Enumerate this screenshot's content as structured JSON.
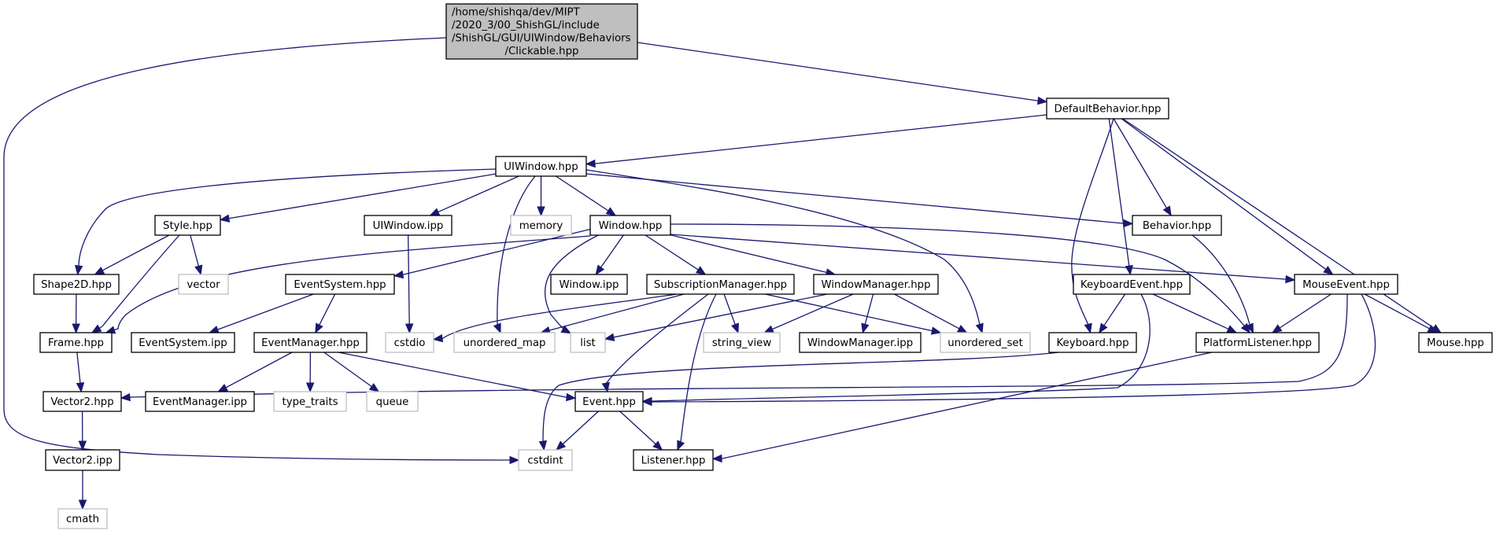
{
  "diagram": {
    "title": "Include dependency graph for Clickable.hpp",
    "edge_color": "#191970",
    "root_fill": "#bfbfbf",
    "local_border": "#000000",
    "system_border": "#bfbfbf",
    "nodes": [
      {
        "id": "clickable",
        "kind": "root",
        "label_lines": [
          "/home/shishqa/dev/MIPT",
          "/2020_3/00_ShishGL/include",
          "/ShishGL/GUI/UIWindow/Behaviors",
          "/Clickable.hpp"
        ]
      },
      {
        "id": "defaultbehavior",
        "kind": "local",
        "label_lines": [
          "DefaultBehavior.hpp"
        ]
      },
      {
        "id": "uiwindow_hpp",
        "kind": "local",
        "label_lines": [
          "UIWindow.hpp"
        ]
      },
      {
        "id": "style",
        "kind": "local",
        "label_lines": [
          "Style.hpp"
        ]
      },
      {
        "id": "uiwindow_ipp",
        "kind": "local",
        "label_lines": [
          "UIWindow.ipp"
        ]
      },
      {
        "id": "memory",
        "kind": "system",
        "label_lines": [
          "memory"
        ]
      },
      {
        "id": "window_hpp",
        "kind": "local",
        "label_lines": [
          "Window.hpp"
        ]
      },
      {
        "id": "behavior",
        "kind": "local",
        "label_lines": [
          "Behavior.hpp"
        ]
      },
      {
        "id": "shape2d",
        "kind": "local",
        "label_lines": [
          "Shape2D.hpp"
        ]
      },
      {
        "id": "vector",
        "kind": "system",
        "label_lines": [
          "vector"
        ]
      },
      {
        "id": "eventsystem_hpp",
        "kind": "local",
        "label_lines": [
          "EventSystem.hpp"
        ]
      },
      {
        "id": "window_ipp",
        "kind": "local",
        "label_lines": [
          "Window.ipp"
        ]
      },
      {
        "id": "subscriptionmanager",
        "kind": "local",
        "label_lines": [
          "SubscriptionManager.hpp"
        ]
      },
      {
        "id": "windowmanager_hpp",
        "kind": "local",
        "label_lines": [
          "WindowManager.hpp"
        ]
      },
      {
        "id": "keyboardevent",
        "kind": "local",
        "label_lines": [
          "KeyboardEvent.hpp"
        ]
      },
      {
        "id": "mouseevent",
        "kind": "local",
        "label_lines": [
          "MouseEvent.hpp"
        ]
      },
      {
        "id": "frame",
        "kind": "local",
        "label_lines": [
          "Frame.hpp"
        ]
      },
      {
        "id": "eventsystem_ipp",
        "kind": "local",
        "label_lines": [
          "EventSystem.ipp"
        ]
      },
      {
        "id": "eventmanager_hpp",
        "kind": "local",
        "label_lines": [
          "EventManager.hpp"
        ]
      },
      {
        "id": "cstdio",
        "kind": "system",
        "label_lines": [
          "cstdio"
        ]
      },
      {
        "id": "unordered_map",
        "kind": "system",
        "label_lines": [
          "unordered_map"
        ]
      },
      {
        "id": "list",
        "kind": "system",
        "label_lines": [
          "list"
        ]
      },
      {
        "id": "string_view",
        "kind": "system",
        "label_lines": [
          "string_view"
        ]
      },
      {
        "id": "windowmanager_ipp",
        "kind": "local",
        "label_lines": [
          "WindowManager.ipp"
        ]
      },
      {
        "id": "unordered_set",
        "kind": "system",
        "label_lines": [
          "unordered_set"
        ]
      },
      {
        "id": "keyboard",
        "kind": "local",
        "label_lines": [
          "Keyboard.hpp"
        ]
      },
      {
        "id": "platformlistener",
        "kind": "local",
        "label_lines": [
          "PlatformListener.hpp"
        ]
      },
      {
        "id": "mouse",
        "kind": "local",
        "label_lines": [
          "Mouse.hpp"
        ]
      },
      {
        "id": "vector2_hpp",
        "kind": "local",
        "label_lines": [
          "Vector2.hpp"
        ]
      },
      {
        "id": "eventmanager_ipp",
        "kind": "local",
        "label_lines": [
          "EventManager.ipp"
        ]
      },
      {
        "id": "type_traits",
        "kind": "system",
        "label_lines": [
          "type_traits"
        ]
      },
      {
        "id": "queue",
        "kind": "system",
        "label_lines": [
          "queue"
        ]
      },
      {
        "id": "event",
        "kind": "local",
        "label_lines": [
          "Event.hpp"
        ]
      },
      {
        "id": "vector2_ipp",
        "kind": "local",
        "label_lines": [
          "Vector2.ipp"
        ]
      },
      {
        "id": "cstdint",
        "kind": "system",
        "label_lines": [
          "cstdint"
        ]
      },
      {
        "id": "listener",
        "kind": "local",
        "label_lines": [
          "Listener.hpp"
        ]
      },
      {
        "id": "cmath",
        "kind": "system",
        "label_lines": [
          "cmath"
        ]
      }
    ],
    "edges": [
      {
        "from": "clickable",
        "to": "defaultbehavior"
      },
      {
        "from": "clickable",
        "to": "cstdint"
      },
      {
        "from": "defaultbehavior",
        "to": "uiwindow_hpp"
      },
      {
        "from": "defaultbehavior",
        "to": "behavior"
      },
      {
        "from": "defaultbehavior",
        "to": "keyboardevent"
      },
      {
        "from": "defaultbehavior",
        "to": "mouseevent"
      },
      {
        "from": "defaultbehavior",
        "to": "keyboard"
      },
      {
        "from": "defaultbehavior",
        "to": "mouse"
      },
      {
        "from": "uiwindow_hpp",
        "to": "style"
      },
      {
        "from": "uiwindow_hpp",
        "to": "uiwindow_ipp"
      },
      {
        "from": "uiwindow_hpp",
        "to": "memory"
      },
      {
        "from": "uiwindow_hpp",
        "to": "window_hpp"
      },
      {
        "from": "uiwindow_hpp",
        "to": "behavior"
      },
      {
        "from": "uiwindow_hpp",
        "to": "shape2d"
      },
      {
        "from": "uiwindow_hpp",
        "to": "unordered_map"
      },
      {
        "from": "uiwindow_hpp",
        "to": "unordered_set"
      },
      {
        "from": "style",
        "to": "shape2d"
      },
      {
        "from": "style",
        "to": "vector"
      },
      {
        "from": "style",
        "to": "frame"
      },
      {
        "from": "uiwindow_ipp",
        "to": "cstdio"
      },
      {
        "from": "window_hpp",
        "to": "eventsystem_hpp"
      },
      {
        "from": "window_hpp",
        "to": "window_ipp"
      },
      {
        "from": "window_hpp",
        "to": "subscriptionmanager"
      },
      {
        "from": "window_hpp",
        "to": "windowmanager_hpp"
      },
      {
        "from": "window_hpp",
        "to": "mouseevent"
      },
      {
        "from": "window_hpp",
        "to": "platformlistener"
      },
      {
        "from": "window_hpp",
        "to": "frame"
      },
      {
        "from": "window_hpp",
        "to": "list"
      },
      {
        "from": "behavior",
        "to": "platformlistener"
      },
      {
        "from": "shape2d",
        "to": "frame"
      },
      {
        "from": "eventsystem_hpp",
        "to": "eventsystem_ipp"
      },
      {
        "from": "eventsystem_hpp",
        "to": "eventmanager_hpp"
      },
      {
        "from": "subscriptionmanager",
        "to": "cstdio"
      },
      {
        "from": "subscriptionmanager",
        "to": "unordered_map"
      },
      {
        "from": "subscriptionmanager",
        "to": "string_view"
      },
      {
        "from": "subscriptionmanager",
        "to": "unordered_set"
      },
      {
        "from": "subscriptionmanager",
        "to": "event"
      },
      {
        "from": "subscriptionmanager",
        "to": "listener"
      },
      {
        "from": "windowmanager_hpp",
        "to": "list"
      },
      {
        "from": "windowmanager_hpp",
        "to": "string_view"
      },
      {
        "from": "windowmanager_hpp",
        "to": "windowmanager_ipp"
      },
      {
        "from": "windowmanager_hpp",
        "to": "unordered_set"
      },
      {
        "from": "keyboardevent",
        "to": "keyboard"
      },
      {
        "from": "keyboardevent",
        "to": "platformlistener"
      },
      {
        "from": "keyboardevent",
        "to": "event"
      },
      {
        "from": "mouseevent",
        "to": "platformlistener"
      },
      {
        "from": "mouseevent",
        "to": "mouse"
      },
      {
        "from": "mouseevent",
        "to": "vector2_hpp"
      },
      {
        "from": "mouseevent",
        "to": "event"
      },
      {
        "from": "frame",
        "to": "vector2_hpp"
      },
      {
        "from": "eventmanager_hpp",
        "to": "eventmanager_ipp"
      },
      {
        "from": "eventmanager_hpp",
        "to": "type_traits"
      },
      {
        "from": "eventmanager_hpp",
        "to": "queue"
      },
      {
        "from": "eventmanager_hpp",
        "to": "event"
      },
      {
        "from": "keyboard",
        "to": "cstdint"
      },
      {
        "from": "platformlistener",
        "to": "listener"
      },
      {
        "from": "vector2_hpp",
        "to": "vector2_ipp"
      },
      {
        "from": "event",
        "to": "cstdint"
      },
      {
        "from": "event",
        "to": "listener"
      },
      {
        "from": "vector2_ipp",
        "to": "cmath"
      }
    ]
  }
}
